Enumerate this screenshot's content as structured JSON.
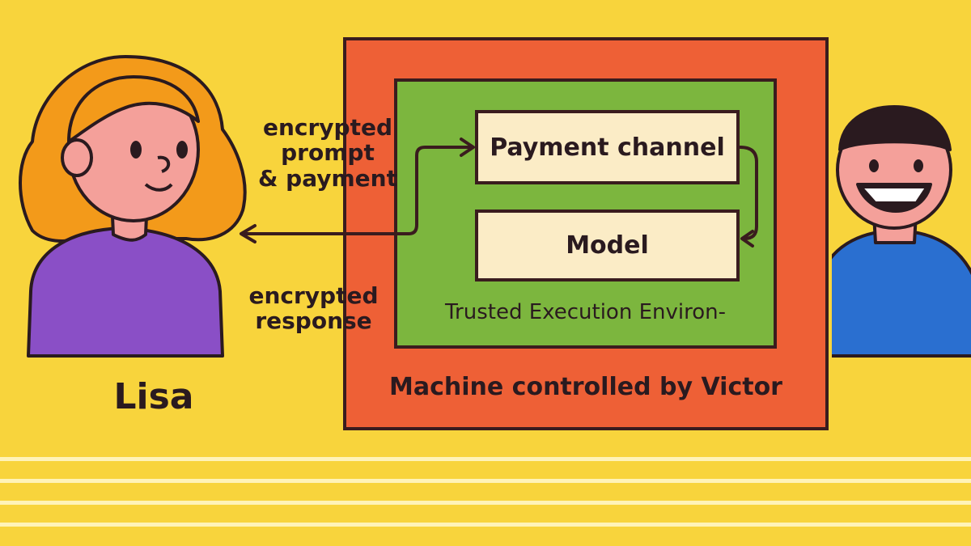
{
  "lisa": {
    "name": "Lisa"
  },
  "flow": {
    "request_label": "encrypted\nprompt\n& payment",
    "response_label": "encrypted\nresponse"
  },
  "machine": {
    "label": "Machine controlled by Victor"
  },
  "tee": {
    "label": "Trusted Execution Environ-",
    "components": {
      "payment": "Payment channel",
      "model": "Model"
    }
  },
  "colors": {
    "background": "#f8d43c",
    "machine": "#ee6036",
    "tee": "#7cb63e",
    "box": "#fbecc6",
    "outline": "#3a1c1e",
    "lisa_shirt": "#8a4fc6",
    "lisa_hair": "#f39a1a",
    "victor_shirt": "#2a6fd0"
  }
}
